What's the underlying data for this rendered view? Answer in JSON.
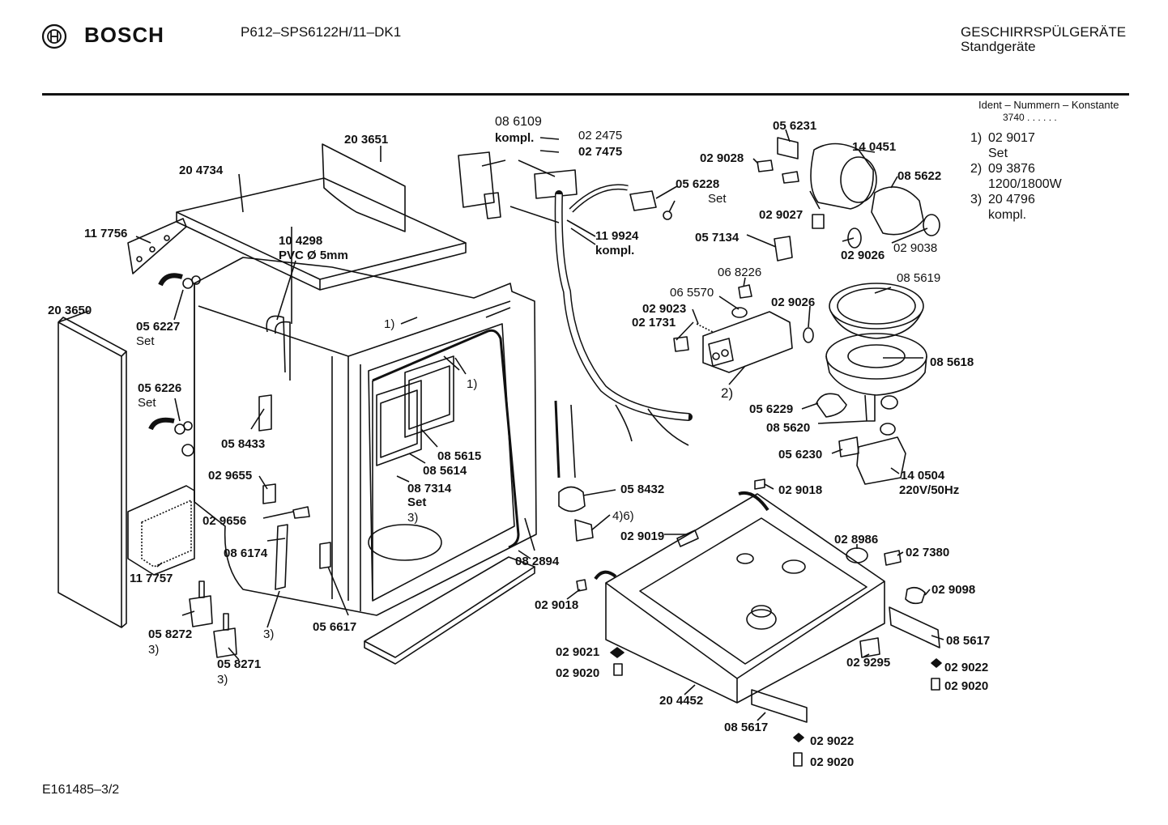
{
  "header": {
    "brand": "BOSCH",
    "model": "P612–SPS6122H/11–DK1",
    "category_line1": "GESCHIRRSPÜLGERÄTE",
    "category_line2": "Standgeräte"
  },
  "ident": {
    "title": "Ident – Nummern – Konstante",
    "value": "3740 . . . . . ."
  },
  "notes": [
    {
      "key": "1)",
      "lines": [
        "02 9017",
        "Set"
      ]
    },
    {
      "key": "2)",
      "lines": [
        "09 3876",
        "1200/1800W"
      ]
    },
    {
      "key": "3)",
      "lines": [
        "20 4796",
        "kompl."
      ]
    }
  ],
  "footer": "E161485–3/2",
  "part_labels": {
    "p203651": "20 3651",
    "p204734": "20 4734",
    "p117756": "11 7756",
    "p104298": "10 4298",
    "pvc": "PVC Ø 5mm",
    "p203650": "20 3650",
    "p056227": "05 6227",
    "p056227set": "Set",
    "p056226": "05 6226",
    "p056226set": "Set",
    "p058433": "05 8433",
    "p029655": "02 9655",
    "p029656": "02 9656",
    "p086174": "08 6174",
    "p117757": "11 7757",
    "p058272": "05 8272",
    "p058272n": "3)",
    "p058271": "05 8271",
    "p058271n": "3)",
    "p056617": "05 6617",
    "p3a": "3)",
    "p1a": "1)",
    "p1b": "1)",
    "p085615": "08 5615",
    "p085614": "08 5614",
    "p087314": "08 7314",
    "p087314set": "Set",
    "p3b": "3)",
    "p082894": "08 2894",
    "p086109": "08 6109",
    "kompl1": "kompl.",
    "p022475": "02 2475",
    "p027475": "02 7475",
    "p119924": "11 9924",
    "kompl2": "kompl.",
    "p056231": "05 6231",
    "p029028": "02 9028",
    "p140451": "14 0451",
    "p085622": "08 5622",
    "p056228": "05 6228",
    "p056228set": "Set",
    "p029027": "02 9027",
    "p057134": "05 7134",
    "p029026a": "02 9026",
    "p029038": "02 9038",
    "p068226": "06 8226",
    "p065570": "06 5570",
    "p085619": "08 5619",
    "p029023": "02 9023",
    "p021731": "02 1731",
    "p029026b": "02 9026",
    "p085618": "08 5618",
    "p2": "2)",
    "p056229": "05 6229",
    "p085620": "08 5620",
    "p056230": "05 6230",
    "p140504": "14 0504",
    "p220v": "220V/50Hz",
    "p058432": "05 8432",
    "p46": "4)6)",
    "p029018a": "02 9018",
    "p029019": "02 9019",
    "p029018b": "02 9018",
    "p028986": "02 8986",
    "p027380": "02 7380",
    "p029098": "02 9098",
    "p085617a": "08 5617",
    "p029295": "02 9295",
    "p029022a": "02 9022",
    "p029020a": "02 9020",
    "p029021": "02 9021",
    "p029020b": "02 9020",
    "p204452": "20 4452",
    "p085617b": "08 5617",
    "p029022b": "02 9022",
    "p029020c": "02 9020"
  }
}
